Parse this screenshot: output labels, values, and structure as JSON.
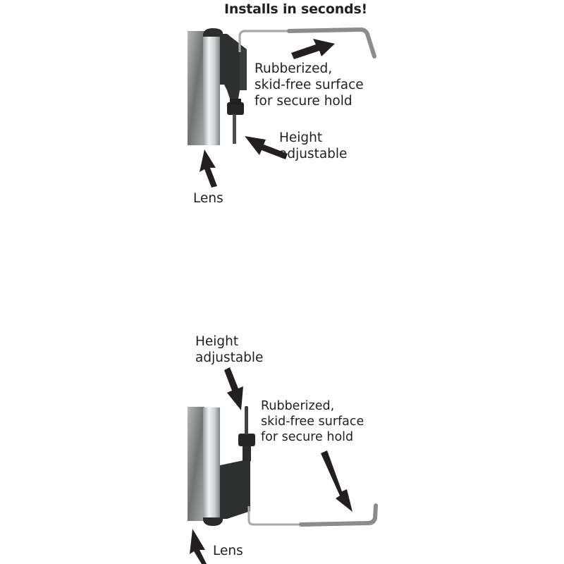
{
  "title": "Installs in seconds!",
  "colors": {
    "background": "#ffffff",
    "text": "#231f20",
    "arrow": "#231f20",
    "bracket": "#2a2c2b",
    "lens": "#8a8d8c",
    "tube_light": "#e6e8e9",
    "tube_dark": "#8f9396",
    "rubber_grip": "#8c8c8c",
    "wire": "#b5b8ba"
  },
  "top_view": {
    "labels": {
      "rubber": "Rubberized,\nskid-free surface\nfor secure hold",
      "height": "Height\nadjustable",
      "lens": "Lens"
    },
    "icons": [
      "arrow-icon",
      "arrow-icon",
      "arrow-icon"
    ]
  },
  "bottom_view": {
    "labels": {
      "height": "Height\nadjustable",
      "rubber": "Rubberized,\nskid-free surface\nfor secure hold",
      "lens": "Lens"
    },
    "icons": [
      "arrow-icon",
      "arrow-icon",
      "arrow-icon"
    ]
  }
}
